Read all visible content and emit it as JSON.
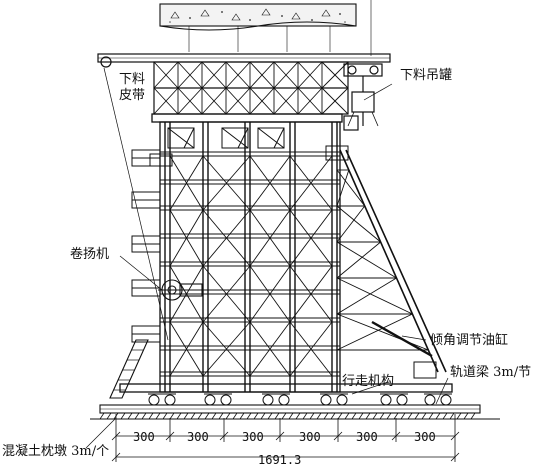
{
  "labels": {
    "lower_belt_line1": "下料",
    "lower_belt_line2": "皮带",
    "lower_bucket": "下料吊罐",
    "winch": "卷扬机",
    "tilt_cylinder": "倾角调节油缸",
    "walking_mechanism": "行走机构",
    "track_beam": "轨道梁 3m/节",
    "sleeper_pier": "混凝土枕墩 3m/个"
  },
  "dimensions": {
    "spans": [
      "300",
      "300",
      "300",
      "300",
      "300",
      "300"
    ],
    "total": "1691.3"
  },
  "colors": {
    "line": "#111111",
    "concrete_fill": "#f2f2f2"
  }
}
